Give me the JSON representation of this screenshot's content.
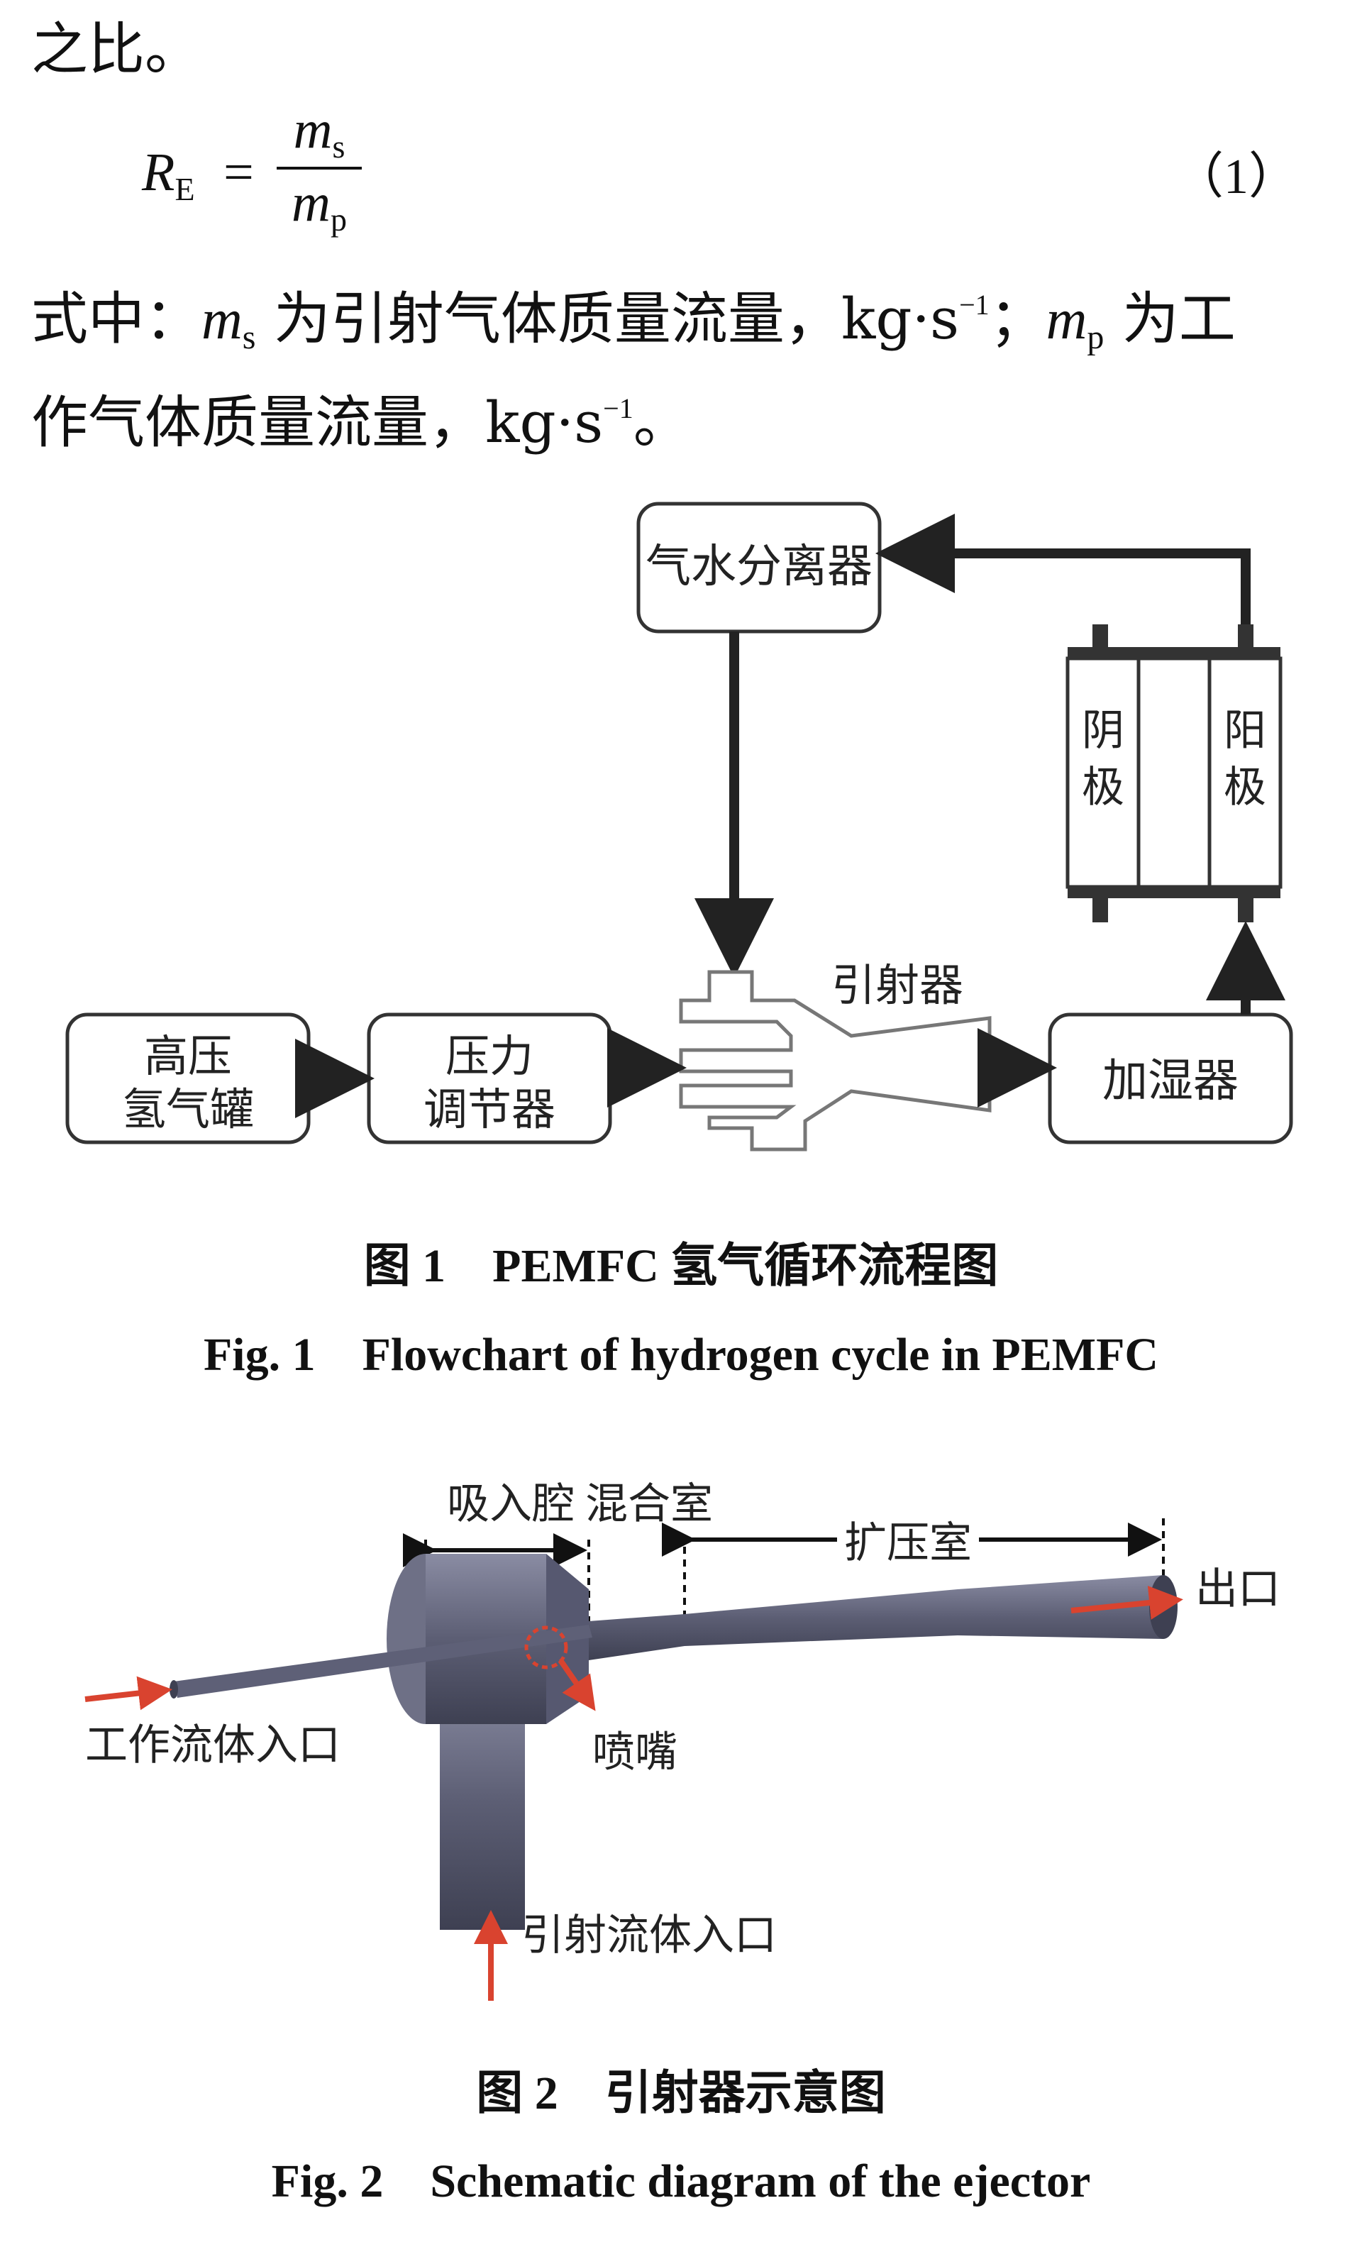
{
  "text": {
    "line_1": "之比。",
    "line_2a": "式中：",
    "line_2b": "为引射气体质量流量，kg·s",
    "line_2c": "；",
    "line_2d": "为工",
    "line_3a": "作气体质量流量，kg·s",
    "line_3b": "。",
    "sup_neg1": "−1",
    "m": "m",
    "sub_s": "s",
    "sub_p": "p"
  },
  "equation": {
    "lhs": "R",
    "lhs_sub": "E",
    "equals": "=",
    "num": "m",
    "num_sub": "s",
    "den": "m",
    "den_sub": "p",
    "number": "（1）"
  },
  "figure1": {
    "separator": "气水分离器",
    "cathode_1": "阴",
    "cathode_2": "极",
    "anode_1": "阳",
    "anode_2": "极",
    "tank_1": "高压",
    "tank_2": "氢气罐",
    "regulator_1": "压力",
    "regulator_2": "调节器",
    "ejector": "引射器",
    "humidifier": "加湿器",
    "caption_cn": "图 1　PEMFC 氢气循环流程图",
    "caption_en": "Fig. 1　Flowchart of hydrogen cycle in PEMFC"
  },
  "figure2": {
    "suction_chamber": "吸入腔",
    "mixing_chamber": "混合室",
    "diffuser": "扩压室",
    "outlet": "出口",
    "working_inlet": "工作流体入口",
    "nozzle": "喷嘴",
    "suction_inlet": "引射流体入口",
    "caption_cn": "图 2　引射器示意图",
    "caption_en": "Fig. 2　Schematic diagram of the ejector"
  },
  "colors": {
    "arrow_red": "#d9432f",
    "body_dark": "#4d4f63",
    "body_light": "#8a8ca3"
  }
}
